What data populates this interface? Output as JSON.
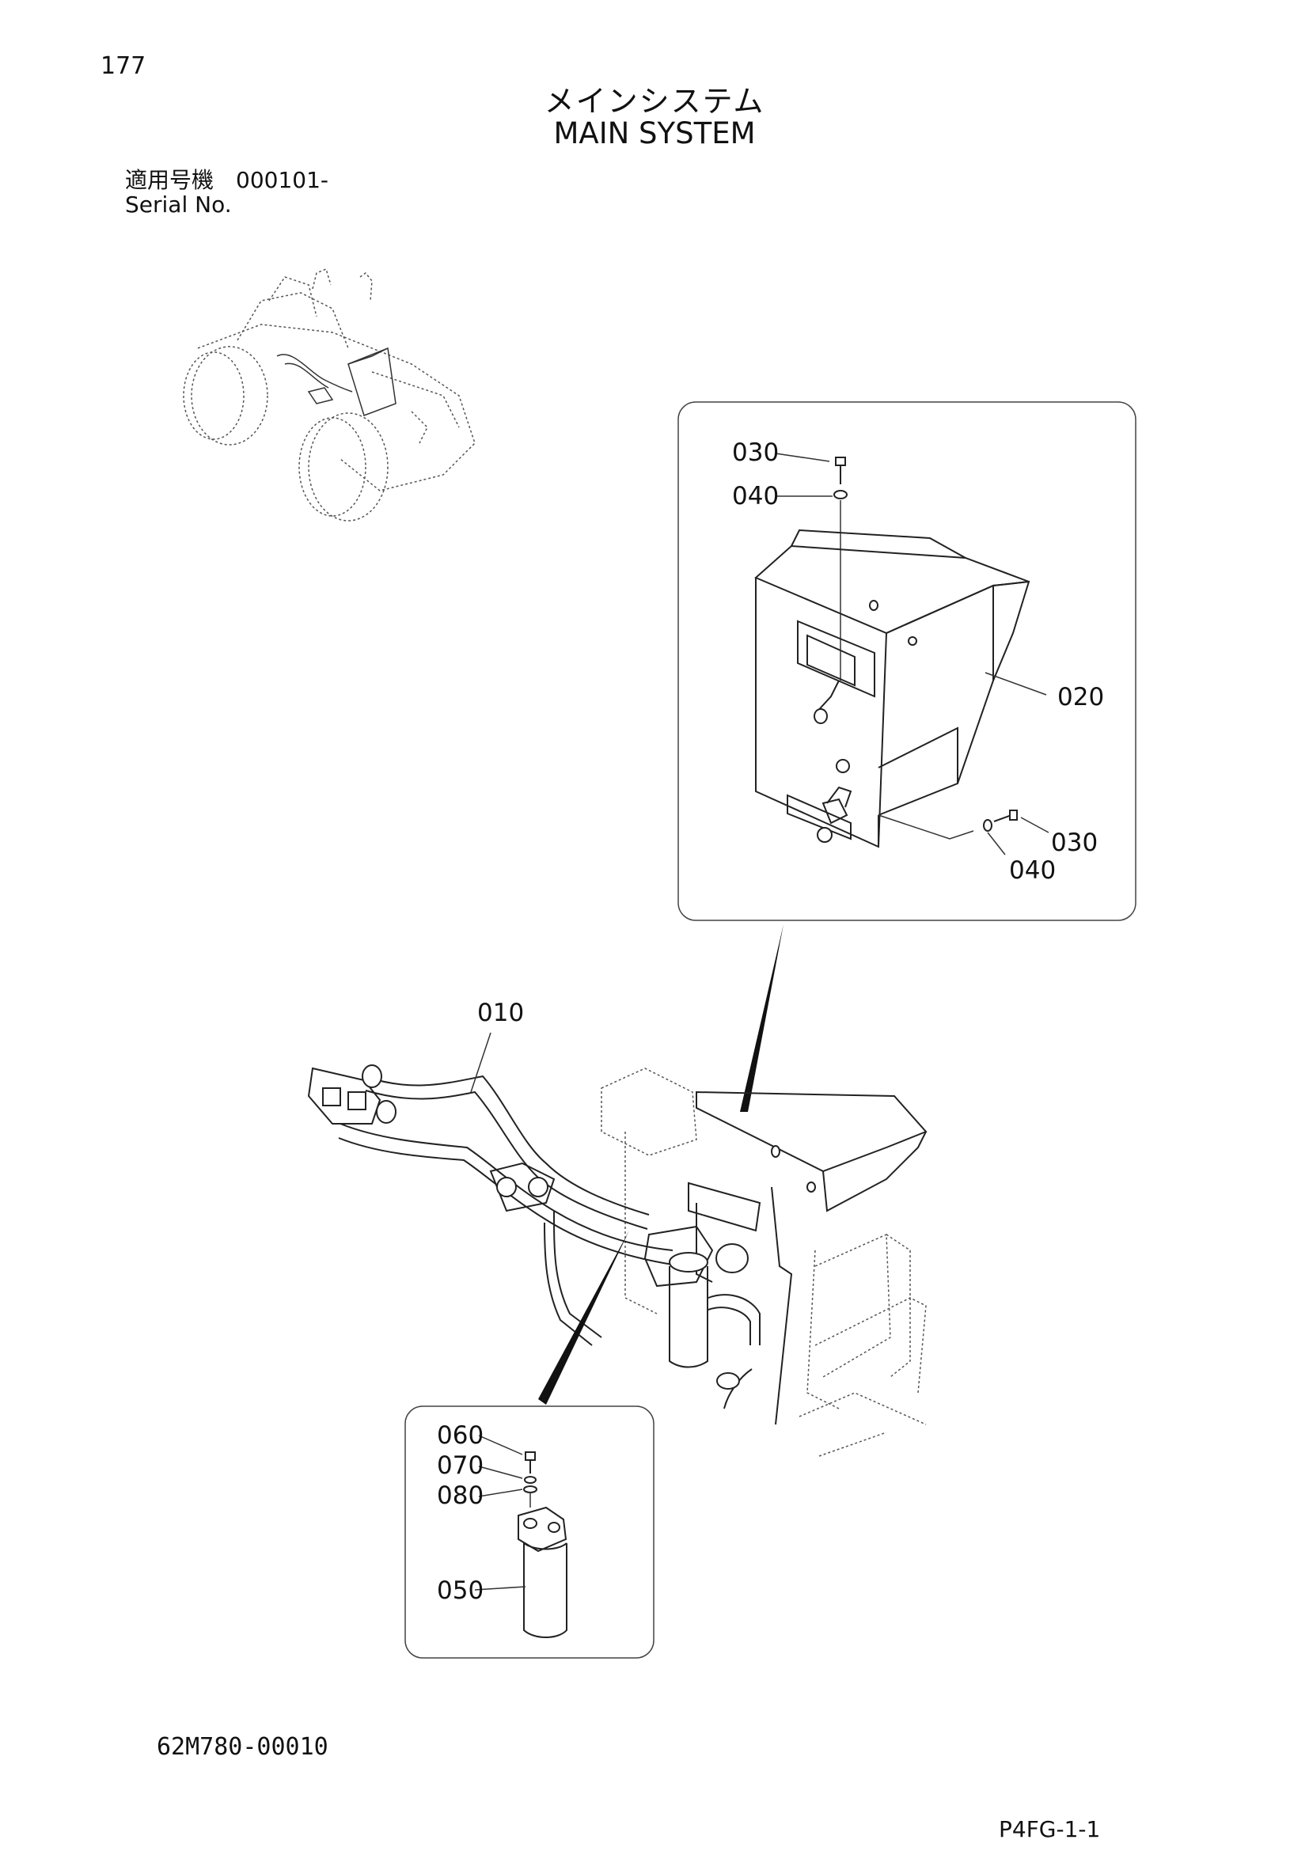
{
  "page_number": "177",
  "title_jp": "メインシステム",
  "title_en": "MAIN SYSTEM",
  "serial": {
    "label_jp": "適用号機",
    "value": "000101-",
    "label_en": "Serial No."
  },
  "callouts": {
    "p010": "010",
    "p020": "020",
    "p030a": "030",
    "p040a": "040",
    "p030b": "030",
    "p040b": "040",
    "p050": "050",
    "p060": "060",
    "p070": "070",
    "p080": "080"
  },
  "drawing_number": "62M780-00010",
  "page_ref": "P4FG-1-1"
}
